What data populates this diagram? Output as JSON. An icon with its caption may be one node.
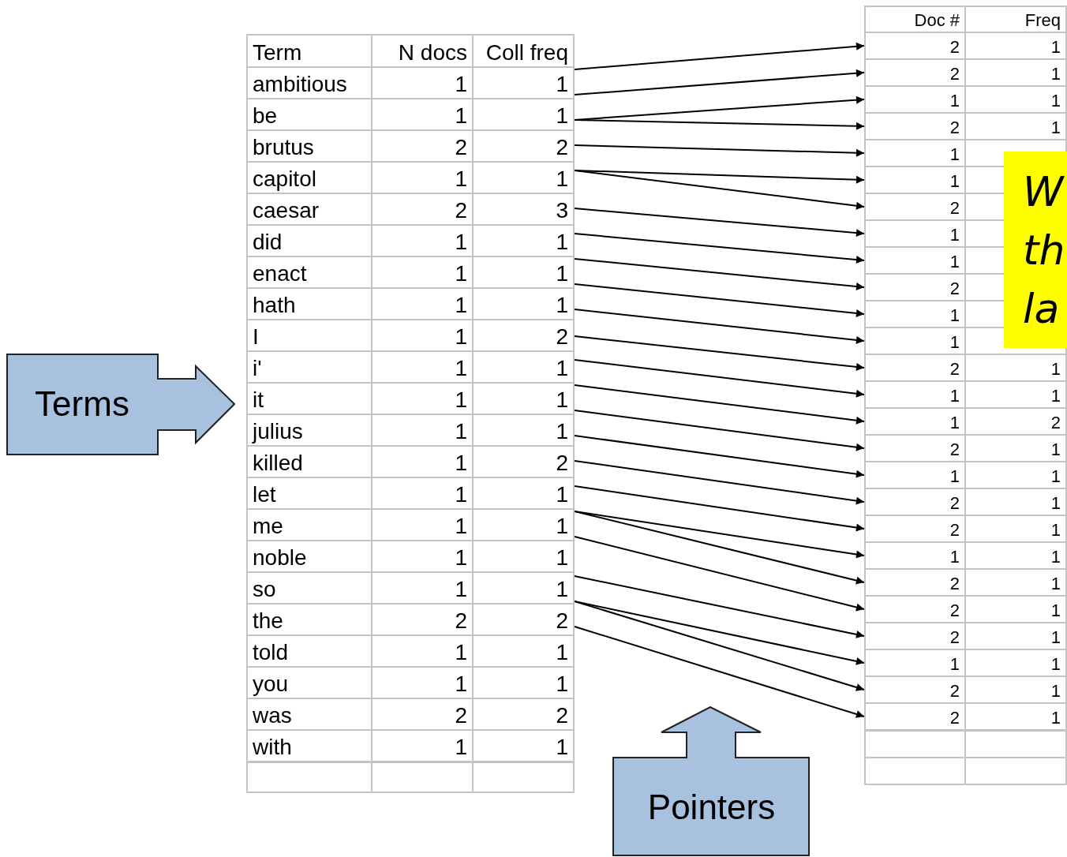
{
  "diagram": {
    "nodes": [
      {
        "text": [
          "ambitious",
          "1",
          "1"
        ]
      },
      {
        "text": [
          "be",
          "1",
          "1"
        ]
      },
      {
        "text": [
          "brutus",
          "2",
          "2"
        ]
      },
      {
        "text": [
          "capitol",
          "1",
          "1"
        ]
      },
      {
        "text": [
          "caesar",
          "2",
          "3"
        ]
      },
      {
        "text": [
          "did",
          "1",
          "1"
        ]
      },
      {
        "text": [
          "enact",
          "1",
          "1"
        ]
      },
      {
        "text": [
          "hath",
          "1",
          "1"
        ]
      },
      {
        "text": [
          "I",
          "1",
          "2"
        ]
      },
      {
        "text": [
          "i'",
          "1",
          "1"
        ]
      },
      {
        "text": [
          "it",
          "1",
          "1"
        ]
      },
      {
        "text": [
          "julius",
          "1",
          "1"
        ]
      },
      {
        "text": [
          "killed",
          "1",
          "2"
        ]
      },
      {
        "text": [
          "let",
          "1",
          "1"
        ]
      },
      {
        "text": [
          "me",
          "1",
          "1"
        ]
      },
      {
        "text": [
          "noble",
          "1",
          "1"
        ]
      },
      {
        "text": [
          "so",
          "1",
          "1"
        ]
      },
      {
        "text": [
          "the",
          "2",
          "2"
        ]
      },
      {
        "text": [
          "told",
          "1",
          "1"
        ]
      },
      {
        "text": [
          "you",
          "1",
          "1"
        ]
      },
      {
        "text": [
          "was",
          "2",
          "2"
        ]
      },
      {
        "text": [
          "with",
          "1",
          "1"
        ]
      },
      {
        "text": [
          "2",
          "1"
        ]
      },
      {
        "text": [
          "2",
          "1"
        ]
      },
      {
        "text": [
          "1",
          "1"
        ]
      },
      {
        "text": [
          "2",
          "1"
        ]
      },
      {
        "text": [
          "1"
        ]
      },
      {
        "text": [
          "1"
        ]
      },
      {
        "text": [
          "2"
        ]
      },
      {
        "text": [
          "1"
        ]
      },
      {
        "text": [
          "1"
        ]
      },
      {
        "text": [
          "2"
        ]
      },
      {
        "text": [
          "1"
        ]
      },
      {
        "text": [
          "1"
        ]
      },
      {
        "text": [
          "2",
          "1"
        ]
      },
      {
        "text": [
          "1",
          "1"
        ]
      },
      {
        "text": [
          "1",
          "2"
        ]
      },
      {
        "text": [
          "2",
          "1"
        ]
      },
      {
        "text": [
          "1",
          "1"
        ]
      },
      {
        "text": [
          "2",
          "1"
        ]
      },
      {
        "text": [
          "2",
          "1"
        ]
      },
      {
        "text": [
          "1",
          "1"
        ]
      },
      {
        "text": [
          "2",
          "1"
        ]
      },
      {
        "text": [
          "2",
          "1"
        ]
      },
      {
        "text": [
          "2",
          "1"
        ]
      },
      {
        "text": [
          "1",
          "1"
        ]
      },
      {
        "text": [
          "2",
          "1"
        ]
      },
      {
        "text": [
          "2",
          "1"
        ]
      },
      {
        "text": [
          "Terms"
        ]
      },
      {
        "text": [
          "Pointers"
        ]
      },
      {
        "text": [
          "W th la"
        ]
      },
      {
        "text": [
          "Term",
          "N docs",
          "Coll freq"
        ]
      },
      {
        "text": [
          "Doc #",
          "Freq"
        ]
      }
    ],
    "edges": [
      {
        "from": 0,
        "to": 22,
        "arrow": "to"
      },
      {
        "from": 0,
        "to": 23,
        "arrow": "to"
      },
      {
        "from": 1,
        "to": 24,
        "arrow": "to"
      },
      {
        "from": 1,
        "to": 25,
        "arrow": "to"
      },
      {
        "from": 2,
        "to": 26,
        "arrow": "to"
      },
      {
        "from": 3,
        "to": 27,
        "arrow": "to"
      },
      {
        "from": 3,
        "to": 28,
        "arrow": "to"
      },
      {
        "from": 4,
        "to": 29,
        "arrow": "to"
      },
      {
        "from": 5,
        "to": 30,
        "arrow": "to"
      },
      {
        "from": 6,
        "to": 31,
        "arrow": "to"
      },
      {
        "from": 6,
        "to": 32,
        "arrow": "to"
      },
      {
        "from": 7,
        "to": 33,
        "arrow": "to"
      },
      {
        "from": 8,
        "to": 34,
        "arrow": "to"
      },
      {
        "from": 9,
        "to": 35,
        "arrow": "to"
      },
      {
        "from": 10,
        "to": 36,
        "arrow": "to"
      },
      {
        "from": 10,
        "to": 37,
        "arrow": "to"
      },
      {
        "from": 11,
        "to": 38,
        "arrow": "to"
      },
      {
        "from": 12,
        "to": 39,
        "arrow": "to"
      },
      {
        "from": 13,
        "to": 40,
        "arrow": "to"
      },
      {
        "from": 14,
        "to": 41,
        "arrow": "to"
      },
      {
        "from": 14,
        "to": 42,
        "arrow": "to"
      },
      {
        "from": 14,
        "to": 43,
        "arrow": "to"
      },
      {
        "from": 16,
        "to": 44,
        "arrow": "to"
      },
      {
        "from": 16,
        "to": 45,
        "arrow": "to"
      },
      {
        "from": 16,
        "to": 46,
        "arrow": "to"
      },
      {
        "from": 17,
        "to": 47,
        "arrow": "to"
      }
    ]
  }
}
